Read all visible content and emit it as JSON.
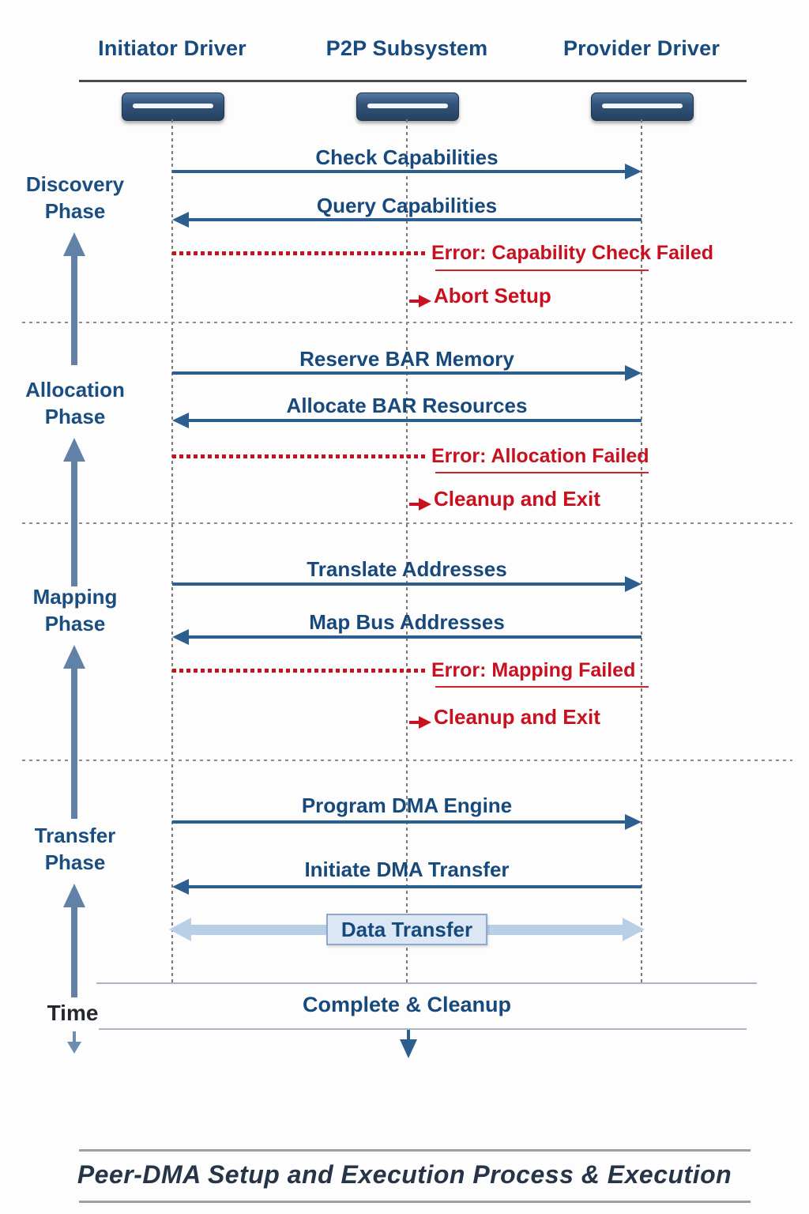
{
  "title_caption": "Peer-DMA Setup and Execution Process & Execution",
  "colors": {
    "navy_text": "#17497c",
    "arrow_blue": "#2d5e90",
    "steel_blue": "#6181a6",
    "error_red": "#c8101f",
    "data_transfer_blue": "#b9cfe6"
  },
  "header": {
    "actors": [
      {
        "label": "Initiator Driver"
      },
      {
        "label": "P2P Subsystem"
      },
      {
        "label": "Provider Driver"
      }
    ]
  },
  "phases": [
    {
      "label": "Discovery Phase",
      "forward": "Check Capabilities",
      "back": "Query Capabilities",
      "error": "Error: Capability Check Failed",
      "error_action": "Abort Setup"
    },
    {
      "label": "Allocation Phase",
      "forward": "Reserve BAR Memory",
      "back": "Allocate BAR Resources",
      "error": "Error: Allocation Failed",
      "error_action": "Cleanup and Exit"
    },
    {
      "label": "Mapping Phase",
      "forward": "Translate Addresses",
      "back": "Map Bus Addresses",
      "error": "Error: Mapping Failed",
      "error_action": "Cleanup and Exit"
    },
    {
      "label": "Transfer Phase",
      "forward": "Program DMA Engine",
      "back": "Initiate DMA Transfer",
      "data_transfer": "Data Transfer"
    }
  ],
  "footer": {
    "complete": "Complete & Cleanup",
    "time_label": "Time"
  }
}
